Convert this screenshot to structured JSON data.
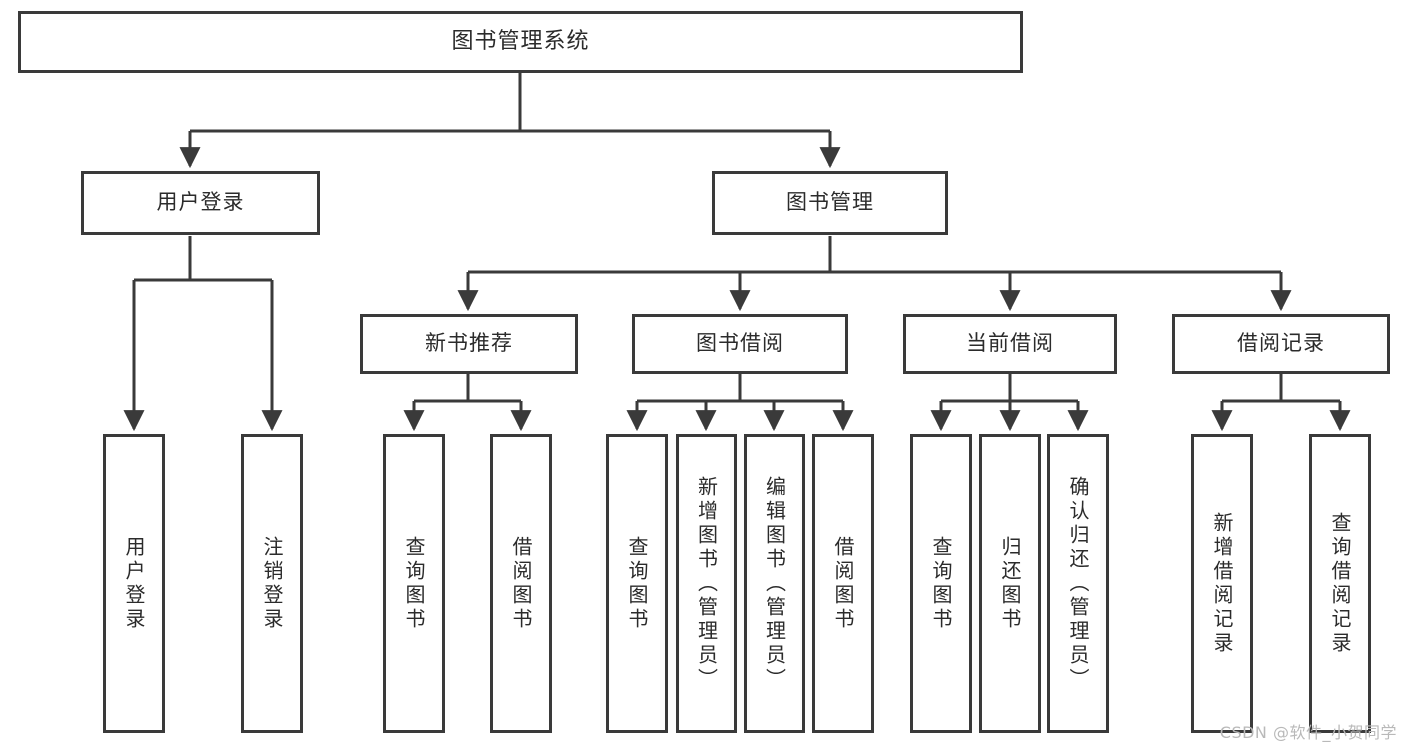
{
  "diagram": {
    "type": "tree-hierarchy",
    "title": "图书管理系统",
    "watermark": "CSDN @软件_小贺同学",
    "colors": {
      "stroke": "#3a3a3a",
      "fill": "#ffffff",
      "text": "#2b2b2b",
      "watermark": "#b9b9b9"
    },
    "nodes": {
      "root": {
        "label": "图书管理系统",
        "orientation": "horizontal"
      },
      "level1": [
        {
          "id": "user-login",
          "label": "用户登录",
          "orientation": "horizontal"
        },
        {
          "id": "book-manage",
          "label": "图书管理",
          "orientation": "horizontal"
        }
      ],
      "level2": [
        {
          "id": "new-book-rec",
          "label": "新书推荐",
          "orientation": "horizontal"
        },
        {
          "id": "book-borrow",
          "label": "图书借阅",
          "orientation": "horizontal"
        },
        {
          "id": "current-borrow",
          "label": "当前借阅",
          "orientation": "horizontal"
        },
        {
          "id": "borrow-record",
          "label": "借阅记录",
          "orientation": "horizontal"
        }
      ],
      "leaves": [
        {
          "id": "leaf-user-login",
          "parent": "user-login",
          "label": "用户登录",
          "orientation": "vertical"
        },
        {
          "id": "leaf-logout",
          "parent": "user-login",
          "label": "注销登录",
          "orientation": "vertical"
        },
        {
          "id": "leaf-query-book-1",
          "parent": "new-book-rec",
          "label": "查询图书",
          "orientation": "vertical"
        },
        {
          "id": "leaf-borrow-book-1",
          "parent": "new-book-rec",
          "label": "借阅图书",
          "orientation": "vertical"
        },
        {
          "id": "leaf-query-book-2",
          "parent": "book-borrow",
          "label": "查询图书",
          "orientation": "vertical"
        },
        {
          "id": "leaf-add-book",
          "parent": "book-borrow",
          "label": "新增图书（管理员）",
          "orientation": "vertical"
        },
        {
          "id": "leaf-edit-book",
          "parent": "book-borrow",
          "label": "编辑图书（管理员）",
          "orientation": "vertical"
        },
        {
          "id": "leaf-borrow-book-2",
          "parent": "book-borrow",
          "label": "借阅图书",
          "orientation": "vertical"
        },
        {
          "id": "leaf-query-book-3",
          "parent": "current-borrow",
          "label": "查询图书",
          "orientation": "vertical"
        },
        {
          "id": "leaf-return-book",
          "parent": "current-borrow",
          "label": "归还图书",
          "orientation": "vertical"
        },
        {
          "id": "leaf-confirm-return",
          "parent": "current-borrow",
          "label": "确认归还（管理员）",
          "orientation": "vertical"
        },
        {
          "id": "leaf-add-record",
          "parent": "borrow-record",
          "label": "新增借阅记录",
          "orientation": "vertical"
        },
        {
          "id": "leaf-query-record",
          "parent": "borrow-record",
          "label": "查询借阅记录",
          "orientation": "vertical"
        }
      ]
    }
  }
}
